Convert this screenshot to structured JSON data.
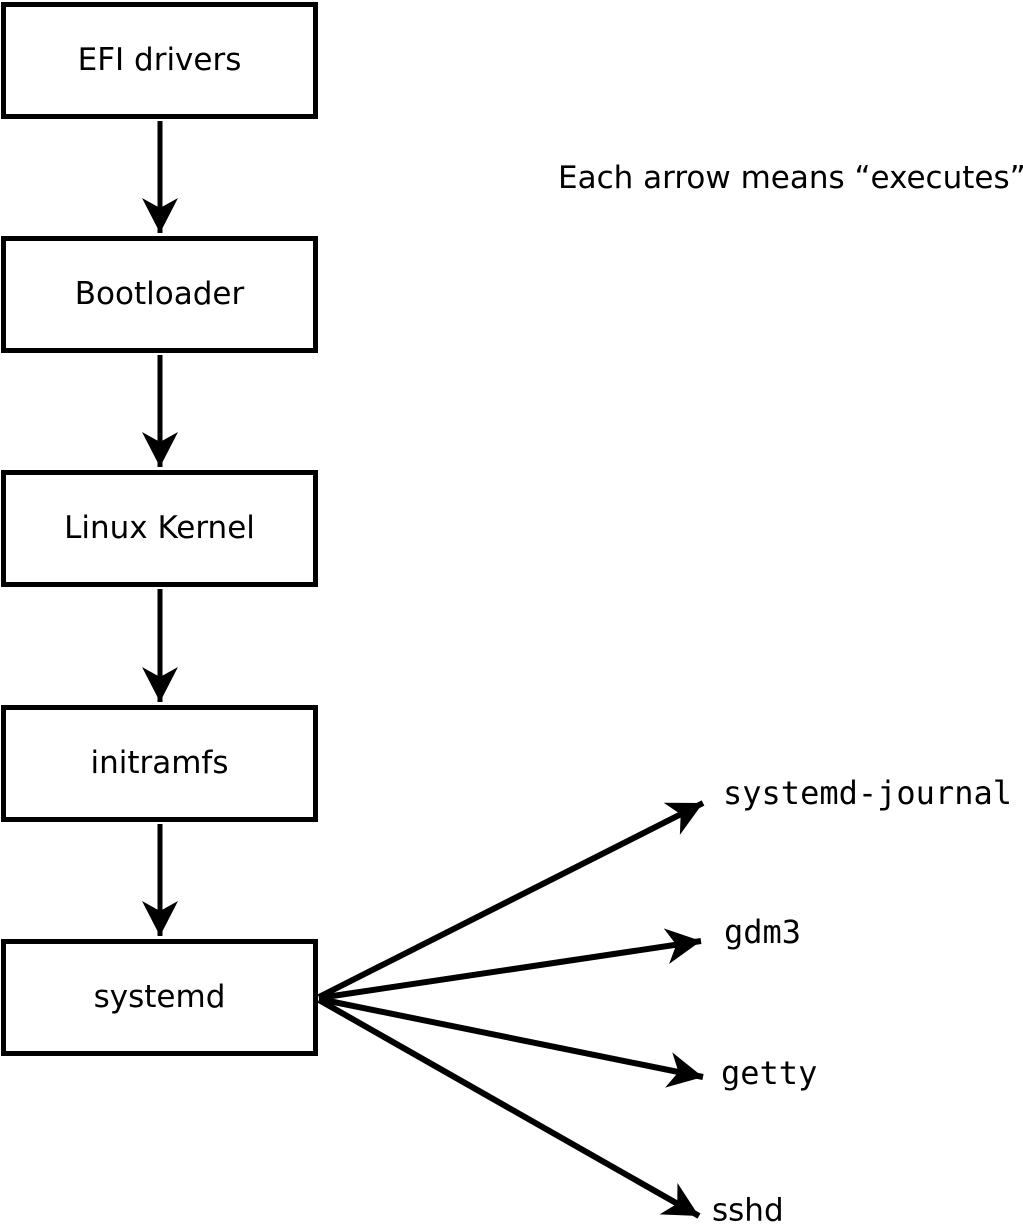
{
  "annotation": {
    "text": "Each arrow means “executes”."
  },
  "boot_chain": {
    "boxes": [
      {
        "id": "efi-drivers",
        "label": "EFI drivers"
      },
      {
        "id": "bootloader",
        "label": "Bootloader"
      },
      {
        "id": "linux-kernel",
        "label": "Linux Kernel"
      },
      {
        "id": "initramfs",
        "label": "initramfs"
      },
      {
        "id": "systemd",
        "label": "systemd"
      }
    ]
  },
  "spawned_processes": [
    {
      "id": "systemd-journal",
      "label": "systemd-journal"
    },
    {
      "id": "gdm3",
      "label": "gdm3"
    },
    {
      "id": "getty",
      "label": "getty"
    },
    {
      "id": "sshd",
      "label": "sshd"
    }
  ],
  "arrows": {
    "meaning": "executes",
    "vertical_count": 4,
    "fan_out_count": 4
  },
  "colors": {
    "line": "#000000",
    "background": "#ffffff",
    "box_fill": "#ffffff",
    "text": "#000000"
  }
}
